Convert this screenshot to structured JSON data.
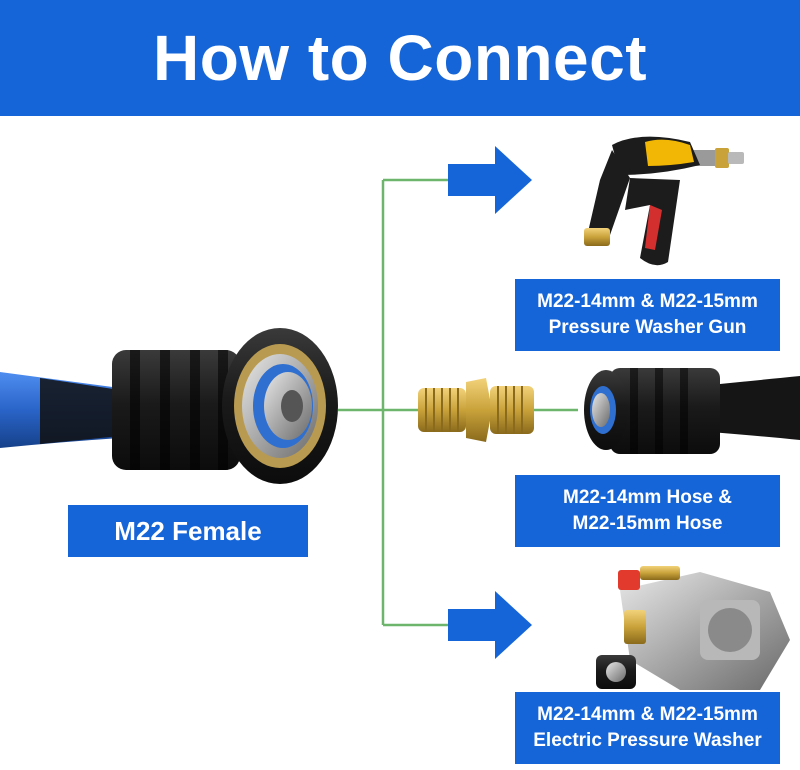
{
  "header": {
    "title": "How to Connect"
  },
  "labels": {
    "female": "M22 Female",
    "gun": {
      "line1": "M22-14mm & M22-15mm",
      "line2": "Pressure Washer Gun"
    },
    "hose": {
      "line1": "M22-14mm Hose &",
      "line2": "M22-15mm Hose"
    },
    "washer": {
      "line1": "M22-14mm & M22-15mm",
      "line2": "Electric Pressure Washer"
    }
  },
  "colors": {
    "brand_blue": "#1565d8",
    "connector_green": "#6db56d",
    "hose_blue": "#2f6fd0",
    "rubber_black": "#1c1c1c",
    "brass": "#c9a23a"
  },
  "icons": [
    "arrow-right-icon",
    "spray-gun-icon",
    "brass-adapter-icon",
    "pump-icon"
  ]
}
